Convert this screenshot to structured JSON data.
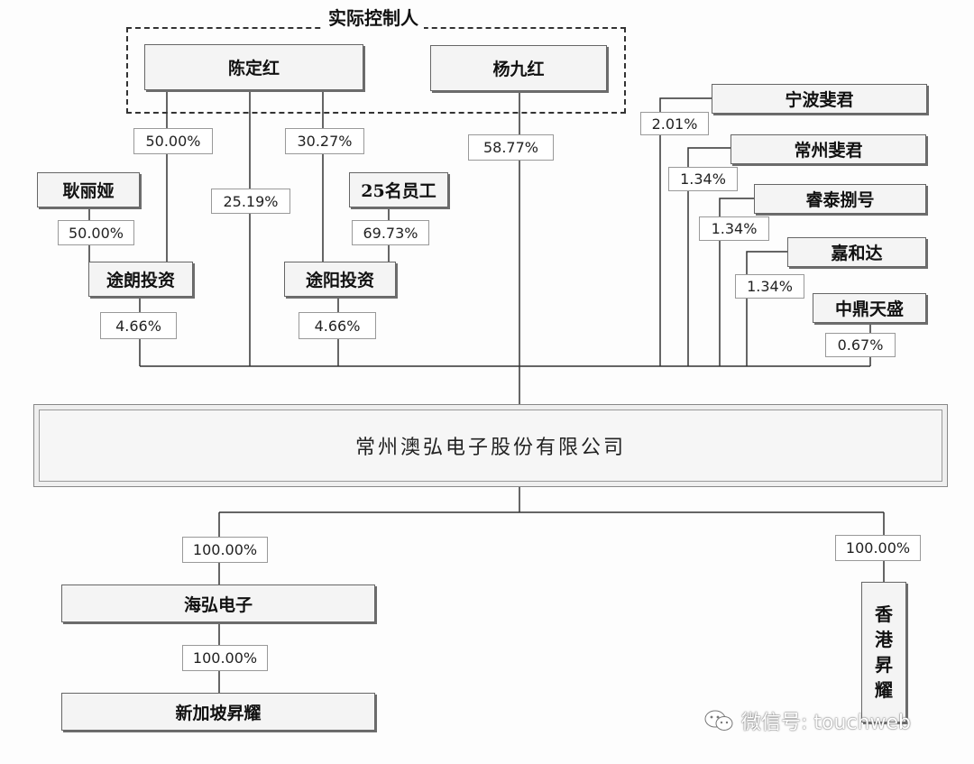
{
  "controller_label": "实际控制人",
  "nodes": {
    "chen": "陈定红",
    "yang": "杨九红",
    "geng": "耿丽娅",
    "employees": "25名员工",
    "tulang": "途朗投资",
    "tuyang": "途阳投资",
    "ningbo": "宁波斐君",
    "changzhou": "常州斐君",
    "rongtai": "睿泰捌号",
    "jiahe": "嘉和达",
    "zhongding": "中鼎天盛",
    "company": "常州澳弘电子股份有限公司",
    "haihong": "海弘电子",
    "hk": [
      "香",
      "港",
      "昇",
      "耀"
    ],
    "singapore": "新加坡昇耀"
  },
  "percentages": {
    "chen_tulang": "50.00%",
    "chen_direct": "25.19%",
    "chen_tuyang": "30.27%",
    "yang_direct": "58.77%",
    "geng_tulang": "50.00%",
    "emp_tuyang": "69.73%",
    "tulang_company": "4.66%",
    "tuyang_company": "4.66%",
    "ningbo": "2.01%",
    "changzhou": "1.34%",
    "rongtai": "1.34%",
    "jiahe": "1.34%",
    "zhongding": "0.67%",
    "haihong": "100.00%",
    "hk": "100.00%",
    "singapore": "100.00%"
  },
  "watermark": "微信号: touchweb"
}
